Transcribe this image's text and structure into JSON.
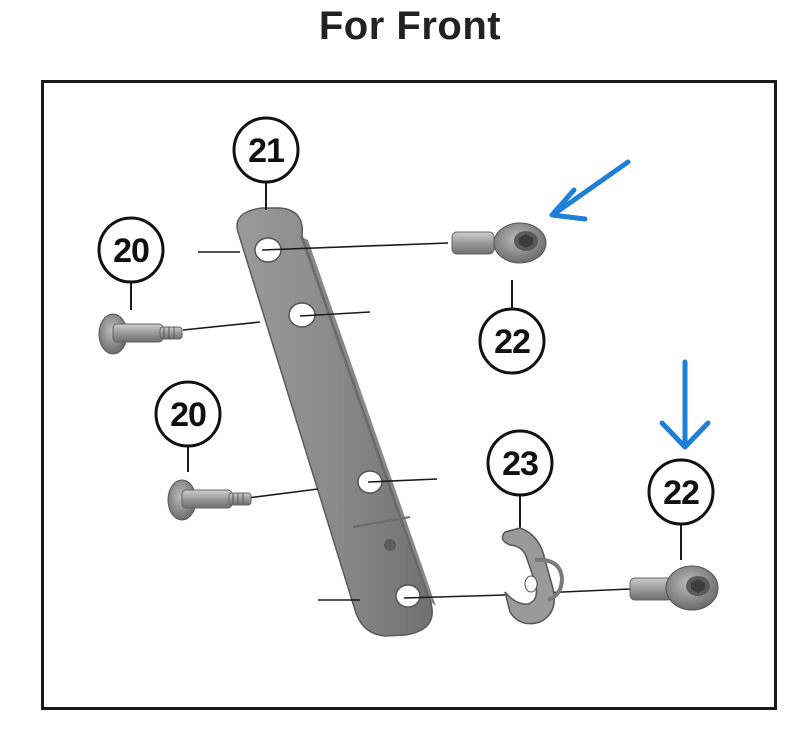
{
  "title": "For Front",
  "callouts": {
    "c21": "21",
    "c20a": "20",
    "c20b": "20",
    "c22a": "22",
    "c22b": "22",
    "c23": "23"
  },
  "colors": {
    "arrow": "#1e7fd6",
    "part": "#8e8e8e",
    "part_dark": "#6a6a6a",
    "line": "#1a1a1a"
  }
}
